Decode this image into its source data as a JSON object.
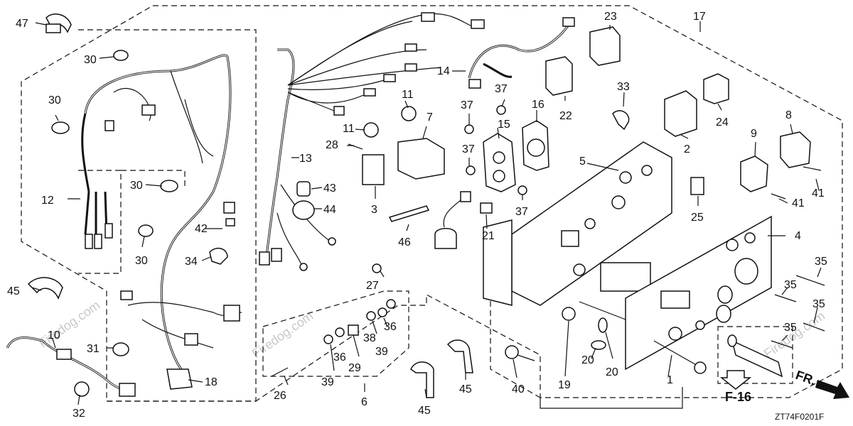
{
  "diagram": {
    "drawing_code": "ZT74F0201F",
    "reference_page": "F-16",
    "front_marker": "FR.",
    "watermark": "Firedog.com"
  },
  "callouts": [
    {
      "id": "c1",
      "num": "1"
    },
    {
      "id": "c2",
      "num": "2"
    },
    {
      "id": "c3",
      "num": "3"
    },
    {
      "id": "c4",
      "num": "4"
    },
    {
      "id": "c5",
      "num": "5"
    },
    {
      "id": "c6",
      "num": "6"
    },
    {
      "id": "c7",
      "num": "7"
    },
    {
      "id": "c8",
      "num": "8"
    },
    {
      "id": "c9",
      "num": "9"
    },
    {
      "id": "c10",
      "num": "10"
    },
    {
      "id": "c11a",
      "num": "11"
    },
    {
      "id": "c11b",
      "num": "11"
    },
    {
      "id": "c12",
      "num": "12"
    },
    {
      "id": "c13",
      "num": "13"
    },
    {
      "id": "c14",
      "num": "14"
    },
    {
      "id": "c15",
      "num": "15"
    },
    {
      "id": "c16",
      "num": "16"
    },
    {
      "id": "c17",
      "num": "17"
    },
    {
      "id": "c18",
      "num": "18"
    },
    {
      "id": "c19",
      "num": "19"
    },
    {
      "id": "c20a",
      "num": "20"
    },
    {
      "id": "c20b",
      "num": "20"
    },
    {
      "id": "c21",
      "num": "21"
    },
    {
      "id": "c22",
      "num": "22"
    },
    {
      "id": "c23",
      "num": "23"
    },
    {
      "id": "c24",
      "num": "24"
    },
    {
      "id": "c25",
      "num": "25"
    },
    {
      "id": "c26",
      "num": "26"
    },
    {
      "id": "c27",
      "num": "27"
    },
    {
      "id": "c28",
      "num": "28"
    },
    {
      "id": "c29",
      "num": "29"
    },
    {
      "id": "c30a",
      "num": "30"
    },
    {
      "id": "c30b",
      "num": "30"
    },
    {
      "id": "c30c",
      "num": "30"
    },
    {
      "id": "c30d",
      "num": "30"
    },
    {
      "id": "c31",
      "num": "31"
    },
    {
      "id": "c32",
      "num": "32"
    },
    {
      "id": "c33",
      "num": "33"
    },
    {
      "id": "c34",
      "num": "34"
    },
    {
      "id": "c35a",
      "num": "35"
    },
    {
      "id": "c35b",
      "num": "35"
    },
    {
      "id": "c35c",
      "num": "35"
    },
    {
      "id": "c35d",
      "num": "35"
    },
    {
      "id": "c36a",
      "num": "36"
    },
    {
      "id": "c36b",
      "num": "36"
    },
    {
      "id": "c37a",
      "num": "37"
    },
    {
      "id": "c37b",
      "num": "37"
    },
    {
      "id": "c37c",
      "num": "37"
    },
    {
      "id": "c37d",
      "num": "37"
    },
    {
      "id": "c38",
      "num": "38"
    },
    {
      "id": "c39a",
      "num": "39"
    },
    {
      "id": "c39b",
      "num": "39"
    },
    {
      "id": "c40",
      "num": "40"
    },
    {
      "id": "c41a",
      "num": "41"
    },
    {
      "id": "c41b",
      "num": "41"
    },
    {
      "id": "c42",
      "num": "42"
    },
    {
      "id": "c43",
      "num": "43"
    },
    {
      "id": "c44",
      "num": "44"
    },
    {
      "id": "c45a",
      "num": "45"
    },
    {
      "id": "c45b",
      "num": "45"
    },
    {
      "id": "c45c",
      "num": "45"
    },
    {
      "id": "c46",
      "num": "46"
    },
    {
      "id": "c47",
      "num": "47"
    }
  ]
}
